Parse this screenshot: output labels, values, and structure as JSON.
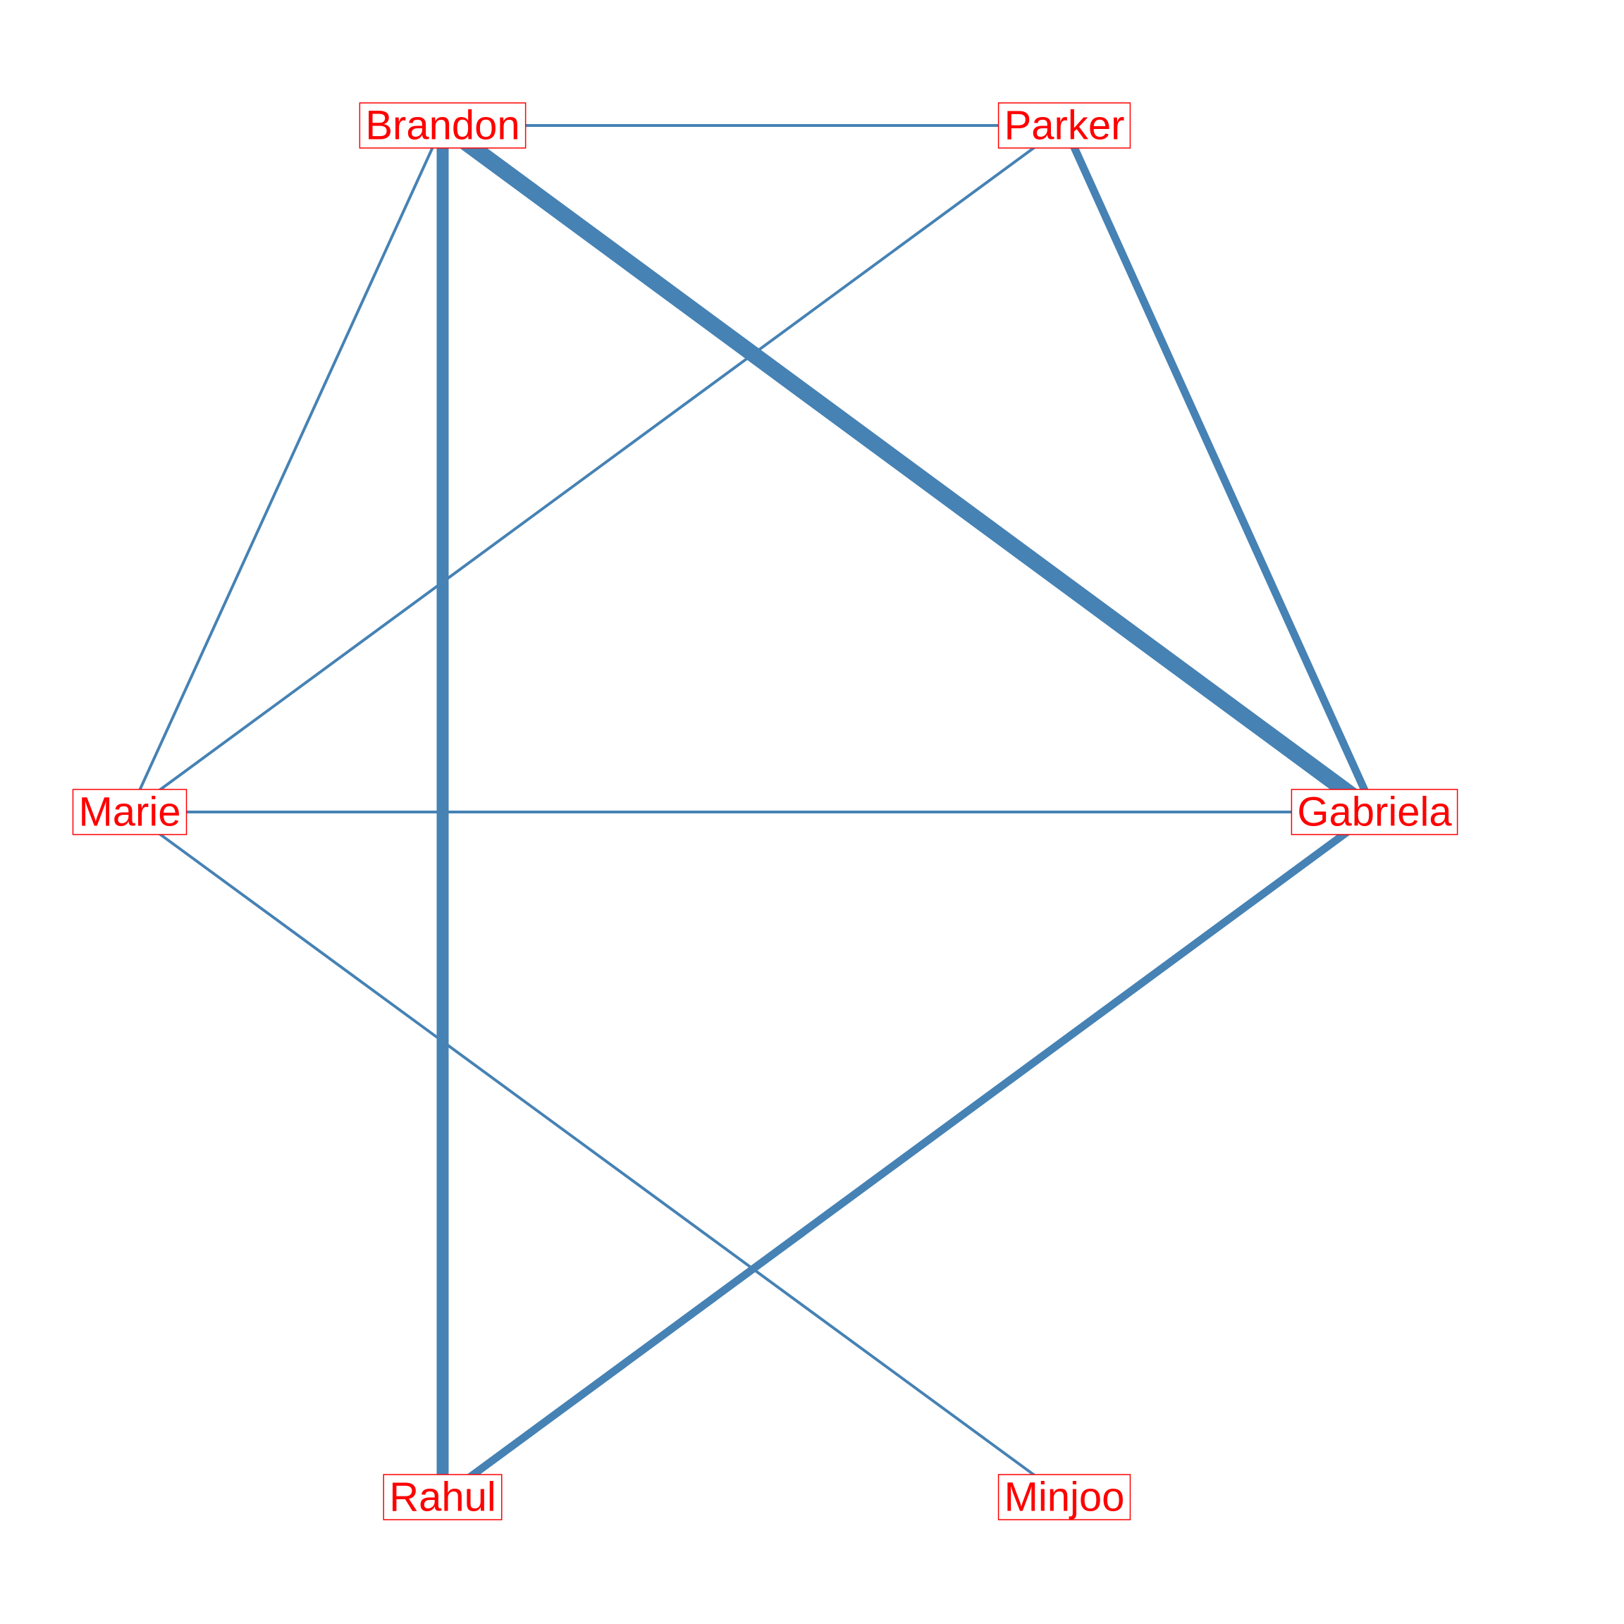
{
  "colors": {
    "edge": "#4682b4",
    "label_text": "#ff0000",
    "label_border": "#ff0000",
    "background": "#ffffff"
  },
  "nodes": [
    {
      "id": "brandon",
      "label": "Brandon"
    },
    {
      "id": "parker",
      "label": "Parker"
    },
    {
      "id": "marie",
      "label": "Marie"
    },
    {
      "id": "gabriela",
      "label": "Gabriela"
    },
    {
      "id": "rahul",
      "label": "Rahul"
    },
    {
      "id": "minjoo",
      "label": "Minjoo"
    }
  ],
  "edges": [
    {
      "source": "brandon",
      "target": "parker",
      "weight": 1
    },
    {
      "source": "brandon",
      "target": "marie",
      "weight": 1
    },
    {
      "source": "brandon",
      "target": "rahul",
      "weight": 3
    },
    {
      "source": "brandon",
      "target": "gabriela",
      "weight": 4
    },
    {
      "source": "parker",
      "target": "marie",
      "weight": 1
    },
    {
      "source": "parker",
      "target": "gabriela",
      "weight": 2
    },
    {
      "source": "marie",
      "target": "gabriela",
      "weight": 1
    },
    {
      "source": "marie",
      "target": "minjoo",
      "weight": 1
    },
    {
      "source": "gabriela",
      "target": "rahul",
      "weight": 2
    }
  ]
}
